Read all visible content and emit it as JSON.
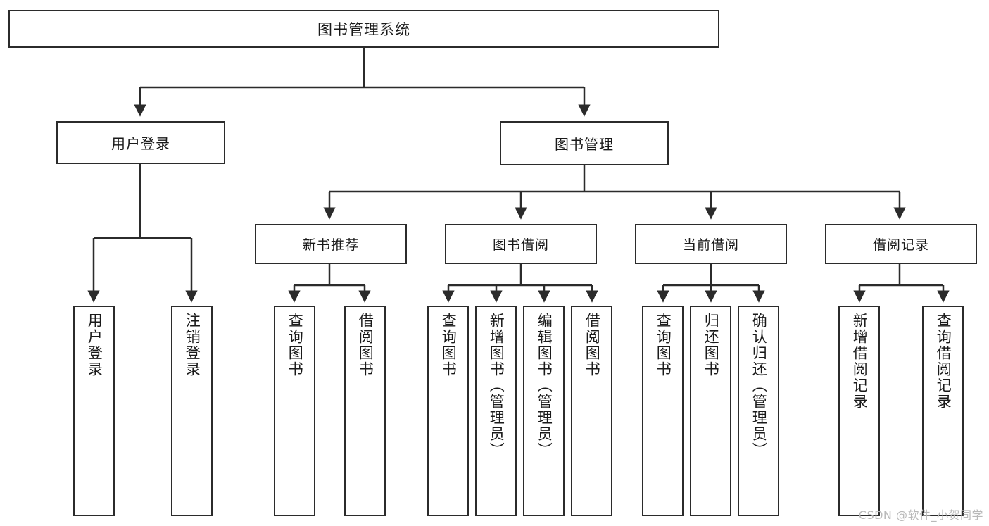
{
  "diagram": {
    "title": "图书管理系统",
    "type": "tree-hierarchy",
    "watermark": "CSDN @软件_小贺同学",
    "colors": {
      "background": "#ffffff",
      "border": "#2b2b2b",
      "text": "#1a1a1a",
      "watermark": "#b9b9b9"
    }
  },
  "root": {
    "label": "图书管理系统"
  },
  "level2": [
    {
      "label": "用户登录"
    },
    {
      "label": "图书管理"
    }
  ],
  "level3": [
    {
      "label": "新书推荐"
    },
    {
      "label": "图书借阅"
    },
    {
      "label": "当前借阅"
    },
    {
      "label": "借阅记录"
    }
  ],
  "leaves": {
    "user_login": [
      {
        "label": "用户登录"
      },
      {
        "label": "注销登录"
      }
    ],
    "new_book": [
      {
        "label": "查询图书"
      },
      {
        "label": "借阅图书"
      }
    ],
    "borrow_book": [
      {
        "label": "查询图书"
      },
      {
        "label": "新增图书（管理员）"
      },
      {
        "label": "编辑图书（管理员）"
      },
      {
        "label": "借阅图书"
      }
    ],
    "current_borrow": [
      {
        "label": "查询图书"
      },
      {
        "label": "归还图书"
      },
      {
        "label": "确认归还（管理员）"
      }
    ],
    "borrow_record": [
      {
        "label": "新增借阅记录"
      },
      {
        "label": "查询借阅记录"
      }
    ]
  }
}
